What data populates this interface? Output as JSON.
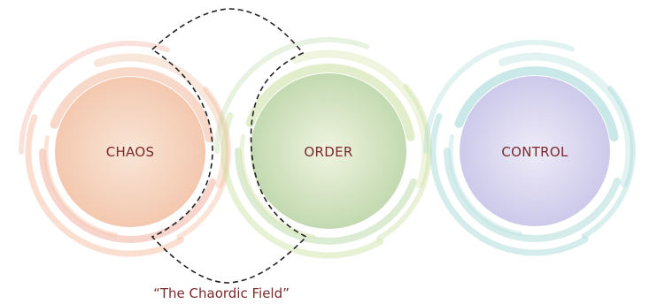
{
  "diagram": {
    "circles": [
      {
        "label": "CHAOS",
        "icon": "swirl-circle",
        "core_color": "#f2c2a6",
        "core_highlight": "#f8e2d2",
        "swirl_colors": [
          "#f3b89a",
          "#f0a99a",
          "#f5c9b0"
        ]
      },
      {
        "label": "ORDER",
        "icon": "swirl-circle",
        "core_color": "#bcd5a8",
        "core_highlight": "#eef3dc",
        "swirl_colors": [
          "#c9dfa0",
          "#b9d9a6",
          "#dce8b6"
        ]
      },
      {
        "label": "CONTROL",
        "icon": "swirl-circle",
        "core_color": "#c7c3e8",
        "core_highlight": "#ece9f7",
        "swirl_colors": [
          "#9fd6d4",
          "#a9dcd8",
          "#bfe4e2"
        ]
      }
    ],
    "field_caption": "“The Chaordic Field”",
    "label_color": "#7a2a2a",
    "dashed_outline_color": "#222222"
  }
}
